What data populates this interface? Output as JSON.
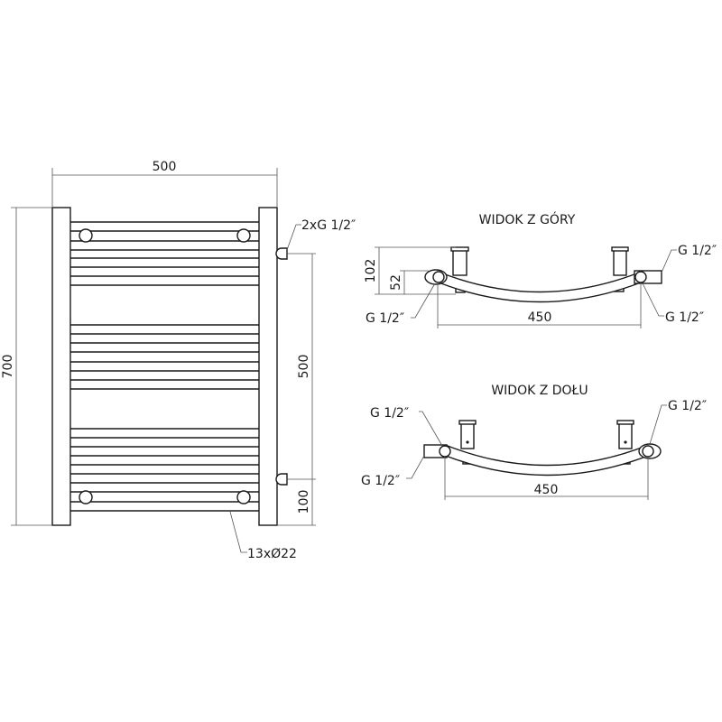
{
  "front_view": {
    "width_label": "500",
    "height_label": "700",
    "connection_spacing_label": "500",
    "bottom_offset_label": "100",
    "connections_label": "2xG 1/2″",
    "tubes_label": "13xØ22"
  },
  "top_view": {
    "title": "WIDOK Z GÓRY",
    "depth_label": "102",
    "axis_label": "52",
    "spacing_label": "450",
    "thread_labels": [
      "G 1/2″",
      "G 1/2″",
      "G 1/2″"
    ]
  },
  "bottom_view": {
    "title": "WIDOK Z DOŁU",
    "spacing_label": "450",
    "thread_labels": [
      "G 1/2″",
      "G 1/2″",
      "G 1/2″"
    ]
  }
}
